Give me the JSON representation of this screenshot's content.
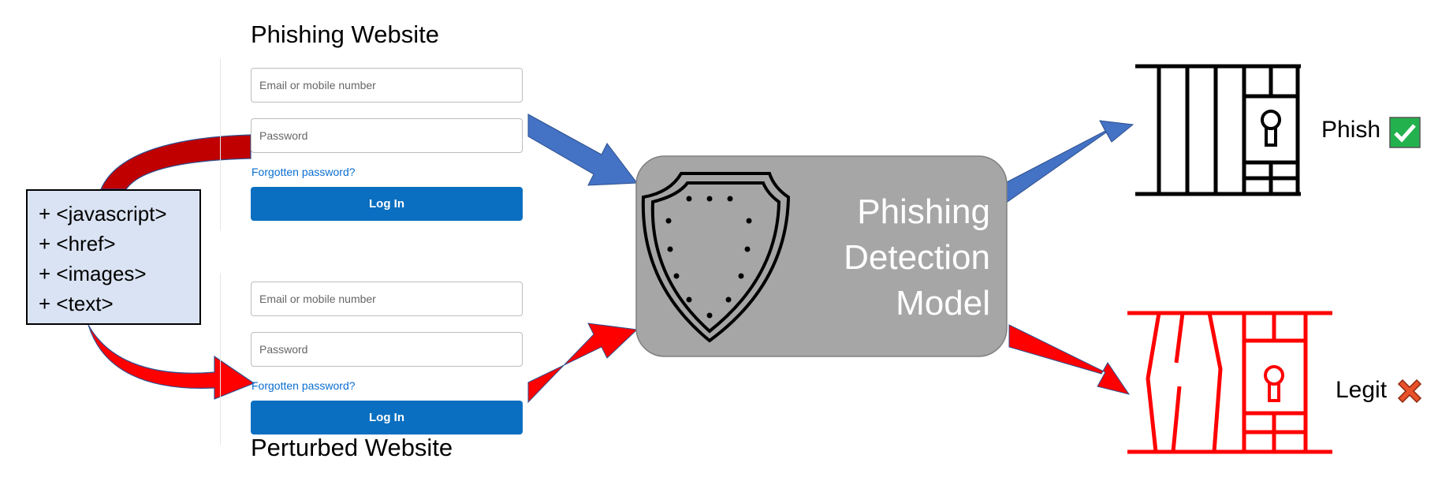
{
  "phishing_website": {
    "title": "Phishing Website",
    "email_placeholder": "Email or mobile number",
    "password_placeholder": "Password",
    "forgotten_link": "Forgotten password?",
    "login_button": "Log In"
  },
  "perturbed_website": {
    "title": "Perturbed Website",
    "email_placeholder": "Email or mobile number",
    "password_placeholder": "Password",
    "forgotten_link": "Forgotten password?",
    "login_button": "Log In"
  },
  "perturbations": [
    "+ <javascript>",
    "+ <href>",
    "+ <images>",
    "+ <text>"
  ],
  "model": {
    "label_lines": [
      "Phishing",
      "Detection",
      "Model"
    ]
  },
  "outcomes": [
    {
      "label": "Phish",
      "result_icon": "check-icon"
    },
    {
      "label": "Legit",
      "result_icon": "cross-icon"
    }
  ],
  "colors": {
    "blue_arrow": "#4472c4",
    "red_arrow": "#ff0000",
    "dark_red_arrow": "#c00000",
    "model_box": "#a6a6a6",
    "perturb_box": "#dae3f3",
    "login_button": "#0a6fc0",
    "link": "#0a6ed1",
    "legit_cage": "#ff0000",
    "check_bg": "#22b14c",
    "cross": "#e8512a"
  }
}
